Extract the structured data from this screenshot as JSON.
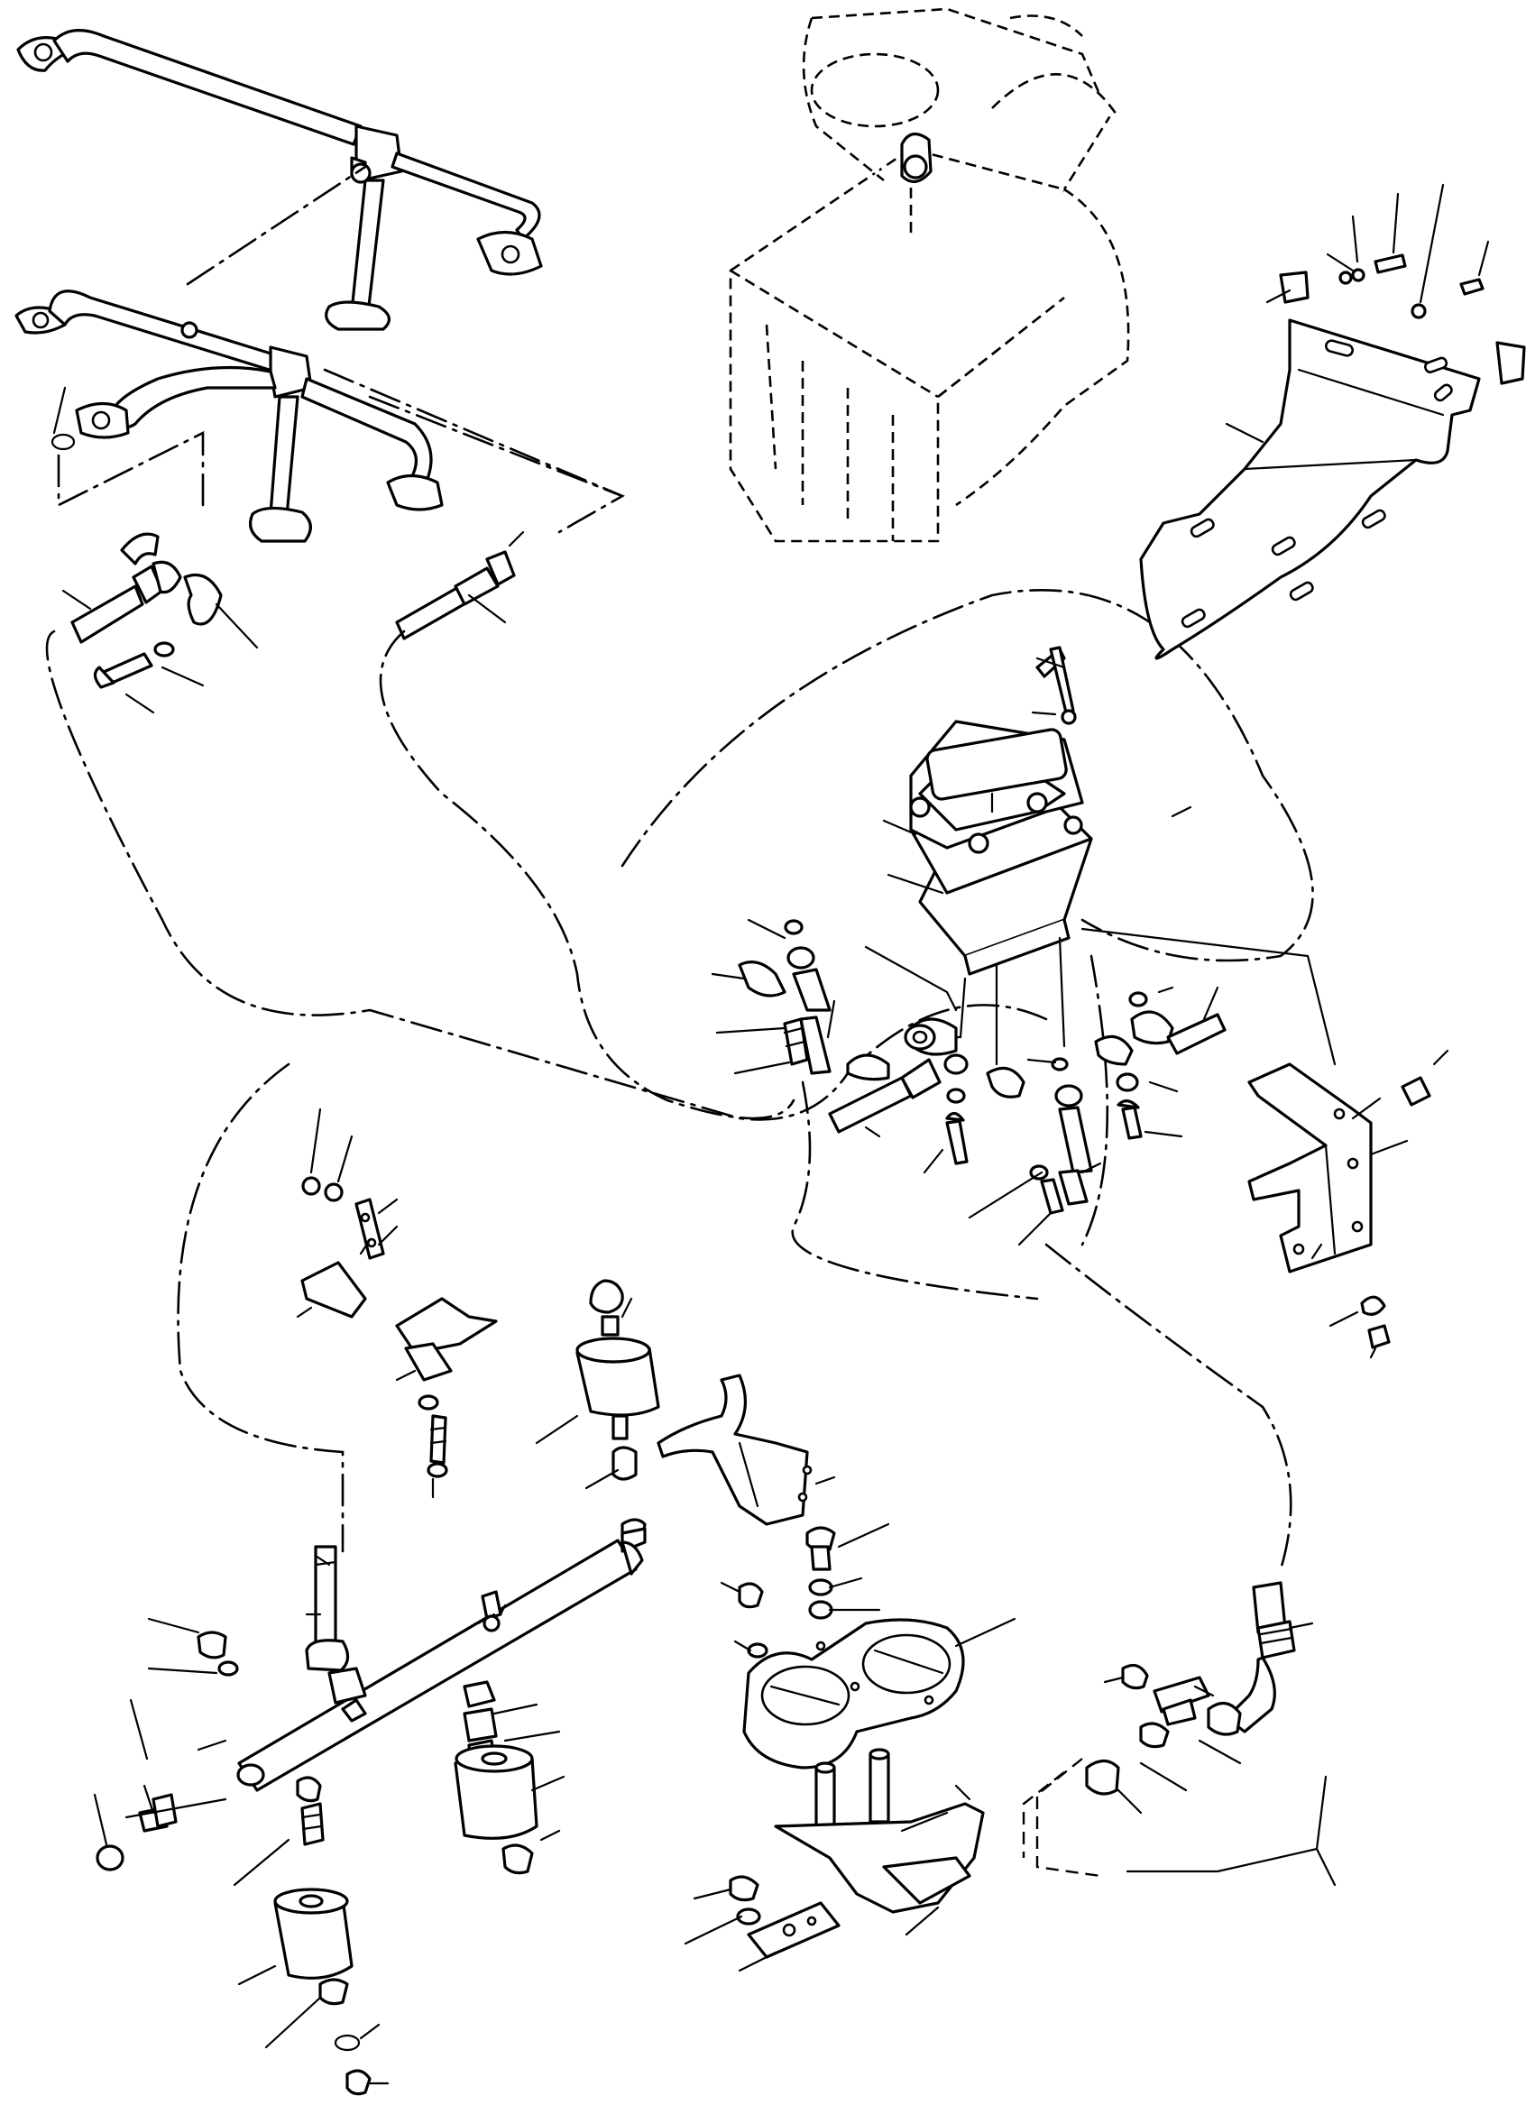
{
  "diagram": {
    "colors": {
      "ink": "#000000",
      "paper": "#ffffff"
    },
    "components": [
      "fuel-rail-upper",
      "fuel-rail-lower",
      "engine-block-ghost",
      "mounting-plate",
      "injector-control-module",
      "crossover-tube",
      "bracket-right",
      "rubber-mounts",
      "dual-bore-flange"
    ]
  }
}
